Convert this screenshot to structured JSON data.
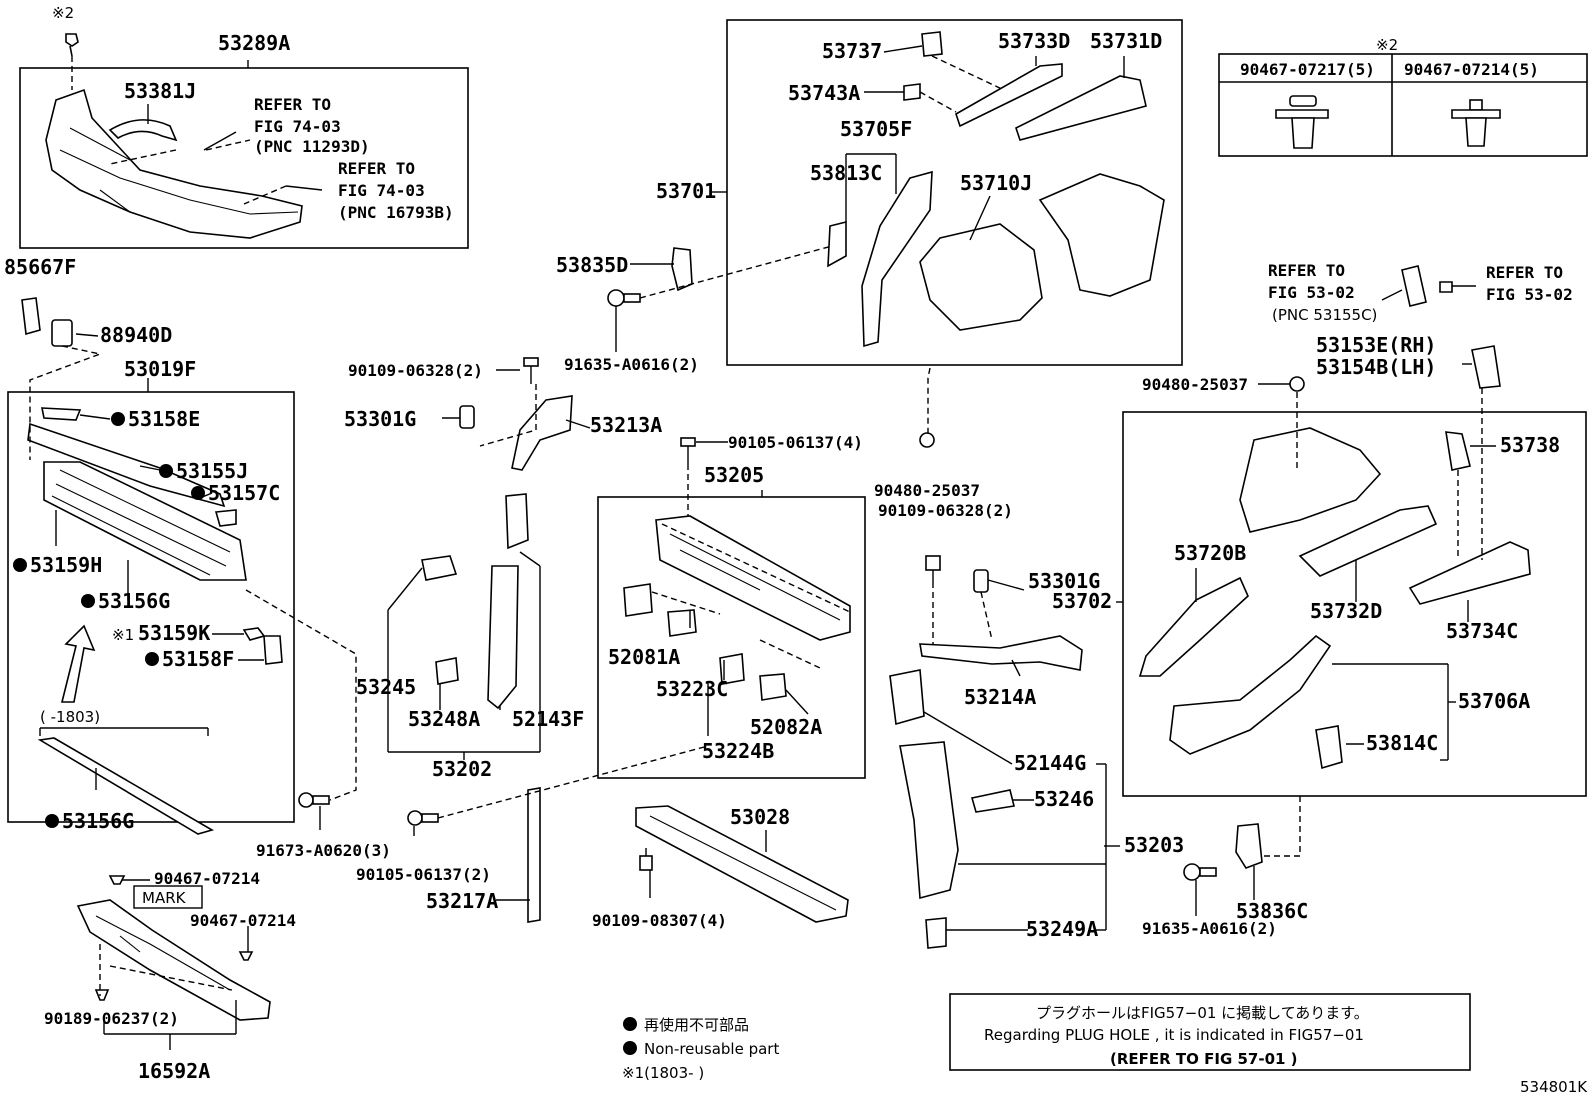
{
  "figure_code": "534801K",
  "parts": [
    {
      "id": "53289A",
      "label": "53289A"
    },
    {
      "id": "53381J",
      "label": "53381J"
    },
    {
      "id": "85667F",
      "label": "85667F"
    },
    {
      "id": "88940D",
      "label": "88940D"
    },
    {
      "id": "53019F",
      "label": "53019F"
    },
    {
      "id": "53158E",
      "label": "53158E"
    },
    {
      "id": "53155J",
      "label": "53155J"
    },
    {
      "id": "53157C",
      "label": "53157C"
    },
    {
      "id": "53159H",
      "label": "53159H"
    },
    {
      "id": "53156G_a",
      "label": "53156G"
    },
    {
      "id": "53159K",
      "label": "53159K"
    },
    {
      "id": "53158F",
      "label": "53158F"
    },
    {
      "id": "53156G_b",
      "label": "53156G"
    },
    {
      "id": "91673-A0620",
      "label": "91673-A0620(3)"
    },
    {
      "id": "90467-07214_a",
      "label": "90467-07214"
    },
    {
      "id": "90467-07214_b",
      "label": "90467-07214"
    },
    {
      "id": "90189-06237",
      "label": "90189-06237(2)"
    },
    {
      "id": "16592A",
      "label": "16592A"
    },
    {
      "id": "90109-06328_a",
      "label": "90109-06328(2)"
    },
    {
      "id": "53301G_a",
      "label": "53301G"
    },
    {
      "id": "53213A",
      "label": "53213A"
    },
    {
      "id": "53245",
      "label": "53245"
    },
    {
      "id": "53248A",
      "label": "53248A"
    },
    {
      "id": "52143F",
      "label": "52143F"
    },
    {
      "id": "53202",
      "label": "53202"
    },
    {
      "id": "90105-06137_a",
      "label": "90105-06137(2)"
    },
    {
      "id": "53217A",
      "label": "53217A"
    },
    {
      "id": "53835D",
      "label": "53835D"
    },
    {
      "id": "91635-A0616_a",
      "label": "91635-A0616(2)"
    },
    {
      "id": "53701",
      "label": "53701"
    },
    {
      "id": "53737",
      "label": "53737"
    },
    {
      "id": "53733D",
      "label": "53733D"
    },
    {
      "id": "53731D",
      "label": "53731D"
    },
    {
      "id": "53743A",
      "label": "53743A"
    },
    {
      "id": "53705F",
      "label": "53705F"
    },
    {
      "id": "53813C",
      "label": "53813C"
    },
    {
      "id": "53710J",
      "label": "53710J"
    },
    {
      "id": "90105-06137_b",
      "label": "90105-06137(4)"
    },
    {
      "id": "53205",
      "label": "53205"
    },
    {
      "id": "52081A",
      "label": "52081A"
    },
    {
      "id": "53223C",
      "label": "53223C"
    },
    {
      "id": "52082A",
      "label": "52082A"
    },
    {
      "id": "53224B",
      "label": "53224B"
    },
    {
      "id": "53028",
      "label": "53028"
    },
    {
      "id": "90109-08307",
      "label": "90109-08307(4)"
    },
    {
      "id": "90480-25037_a",
      "label": "90480-25037"
    },
    {
      "id": "90109-06328_b",
      "label": "90109-06328(2)"
    },
    {
      "id": "53301G_b",
      "label": "53301G"
    },
    {
      "id": "53214A",
      "label": "53214A"
    },
    {
      "id": "52144G",
      "label": "52144G"
    },
    {
      "id": "53246",
      "label": "53246"
    },
    {
      "id": "53203",
      "label": "53203"
    },
    {
      "id": "53249A",
      "label": "53249A"
    },
    {
      "id": "91635-A0616_b",
      "label": "91635-A0616(2)"
    },
    {
      "id": "53836C",
      "label": "53836C"
    },
    {
      "id": "90480-25037_b",
      "label": "90480-25037"
    },
    {
      "id": "53153E",
      "label": "53153E(RH)"
    },
    {
      "id": "53154B",
      "label": "53154B(LH)"
    },
    {
      "id": "53738",
      "label": "53738"
    },
    {
      "id": "53720B",
      "label": "53720B"
    },
    {
      "id": "53732D",
      "label": "53732D"
    },
    {
      "id": "53734C",
      "label": "53734C"
    },
    {
      "id": "53702",
      "label": "53702"
    },
    {
      "id": "53706A",
      "label": "53706A"
    },
    {
      "id": "53814C",
      "label": "53814C"
    }
  ],
  "refs": {
    "ref1": [
      "REFER TO",
      "FIG 74-03",
      "(PNC 11293D)"
    ],
    "ref2": [
      "REFER TO",
      "FIG 74-03",
      "(PNC 16793B)"
    ],
    "ref3": [
      "REFER TO",
      "FIG 53-02",
      "(PNC 53155C)"
    ],
    "ref4": [
      "REFER TO",
      "FIG 53-02"
    ]
  },
  "marks": {
    "note2_top": "※2",
    "note2_table": "※2",
    "note1": "※1",
    "range": "(  -1803)",
    "mark_label": "MARK"
  },
  "clip_table": {
    "headers": [
      "90467-07217(5)",
      "90467-07214(5)"
    ]
  },
  "legend": {
    "jp": "再使用不可部品",
    "en": "Non-reusable part",
    "note1": "※1(1803-  )"
  },
  "notice": {
    "line1": "プラグホールはFIG57−01 に掲載してあります。",
    "line2": "Regarding  PLUG HOLE , it is indicated in FIG57−01",
    "line3": "(REFER TO FIG 57-01  )"
  },
  "nonreusable_parts": [
    "53158E",
    "53155J",
    "53157C",
    "53159H",
    "53156G_a",
    "53158F",
    "53156G_b"
  ]
}
